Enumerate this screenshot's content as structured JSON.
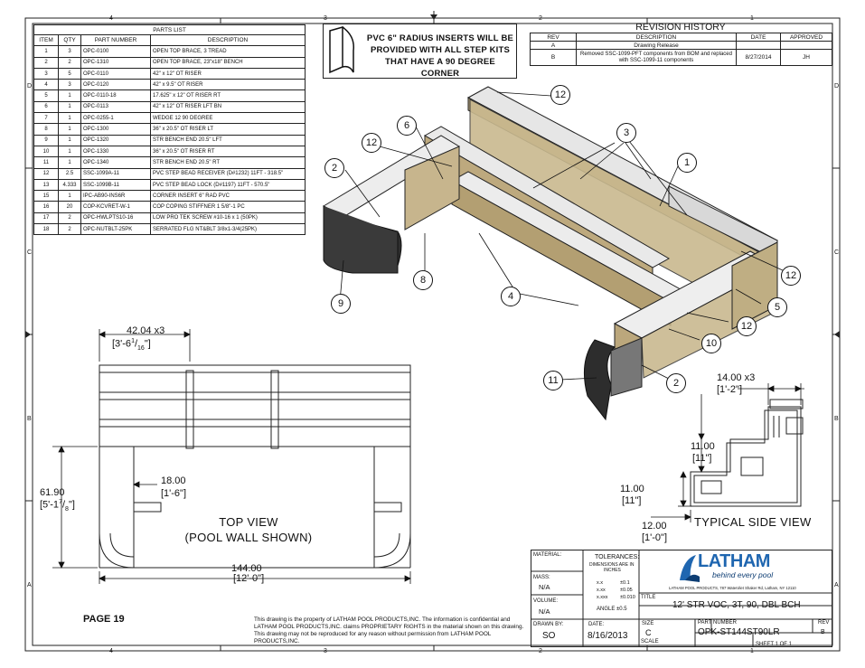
{
  "sheet": {
    "top_zone_labels": [
      "4",
      "3",
      "2",
      "1"
    ],
    "bottom_zone_labels": [
      "4",
      "3",
      "2",
      "1"
    ],
    "side_zone_labels": [
      "D",
      "C",
      "B",
      "A"
    ],
    "page_label": "PAGE 19"
  },
  "parts_list": {
    "title": "PARTS LIST",
    "headers": [
      "ITEM",
      "QTY",
      "PART NUMBER",
      "DESCRIPTION"
    ],
    "rows": [
      [
        "1",
        "3",
        "OPC-0100",
        "OPEN TOP BRACE, 3 TREAD"
      ],
      [
        "2",
        "2",
        "OPC-1310",
        "OPEN TOP BRACE, 23\"x18\" BENCH"
      ],
      [
        "3",
        "5",
        "OPC-0110",
        "42\" x 12\" OT RISER"
      ],
      [
        "4",
        "3",
        "OPC-0120",
        "42\" x 9.5\" OT RISER"
      ],
      [
        "5",
        "1",
        "OPC-0110-18",
        "17.625\" x 12\" OT RISER RT"
      ],
      [
        "6",
        "1",
        "OPC-0113",
        "42\" x 12\" OT RISER LFT BN"
      ],
      [
        "7",
        "1",
        "OPC-0255-1",
        "WEDGE 12 90 DEGREE"
      ],
      [
        "8",
        "1",
        "OPC-1300",
        "36\" x 20.5\" OT RISER LT"
      ],
      [
        "9",
        "1",
        "OPC-1320",
        "STR BENCH END 20.5\" LFT"
      ],
      [
        "10",
        "1",
        "OPC-1330",
        "36\" x 20.5\" OT RISER RT"
      ],
      [
        "11",
        "1",
        "OPC-1340",
        "STR BENCH END 20.5\" RT"
      ],
      [
        "12",
        "2.5",
        "SSC-1099A-11",
        "PVC STEP BEAD RECEIVER (D#1232) 11FT - 318.5\""
      ],
      [
        "13",
        "4.333",
        "SSC-1099B-11",
        "PVC STEP BEAD LOCK (D#1197) 11FT - 570.5\""
      ],
      [
        "15",
        "1",
        "IPC-AB90-INS6R",
        "CORNER INSERT 6\" RAD PVC"
      ],
      [
        "16",
        "20",
        "COP-KCVRET-W-1",
        "COP COPING STIFFNER 1 5/8\"-1 PC"
      ],
      [
        "17",
        "2",
        "OPC-HWLPTS10-16",
        "LOW PRO TEK SCREW #10-16 x 1 (50PK)"
      ],
      [
        "18",
        "2",
        "OPC-NUTBLT-25PK",
        "SERRATED FLG NT&BLT 3/8x1-3/4(25PK)"
      ]
    ]
  },
  "note": {
    "line1": "PVC 6\" RADIUS INSERTS WILL BE",
    "line2": "PROVIDED WITH ALL STEP KITS",
    "line3": "THAT HAVE A 90 DEGREE CORNER"
  },
  "revision": {
    "title": "REVISION HISTORY",
    "headers": [
      "REV",
      "DESCRIPTION",
      "DATE",
      "APPROVED"
    ],
    "rows": [
      [
        "A",
        "Drawing Release",
        "",
        ""
      ],
      [
        "B",
        "Removed SSC-1099-PFT components from BOM and replaced with SSC-1099-11 components",
        "8/27/2014",
        "JH"
      ]
    ]
  },
  "balloons": [
    "12",
    "3",
    "1",
    "6",
    "12",
    "2",
    "8",
    "9",
    "4",
    "12",
    "5",
    "12",
    "10",
    "11",
    "2"
  ],
  "top_view": {
    "label_line1": "TOP VIEW",
    "label_line2": "(POOL WALL SHOWN)",
    "dim_top": "42.04  x3",
    "dim_top_sub": "[3'-6",
    "dim_top_frac_num": "1",
    "dim_top_frac_den": "16",
    "dim_top_close": "\"]",
    "dim_left": "61.90",
    "dim_left_sub": "[5'-1",
    "dim_left_frac_num": "7",
    "dim_left_frac_den": "8",
    "dim_left_close": "\"]",
    "dim_bench": "18.00",
    "dim_bench_sub": "[1'-6\"]",
    "dim_bottom": "144.00",
    "dim_bottom_sub": "[12'-0\"]"
  },
  "side_view": {
    "label": "TYPICAL SIDE VIEW",
    "dim_top": "14.00 x3",
    "dim_top_sub": "[1'-2\"]",
    "dim_step": "11.00",
    "dim_step_sub": "[11\"]",
    "dim_left": "11.00",
    "dim_left_sub": "[11\"]",
    "dim_bottom": "12.00",
    "dim_bottom_sub": "[1'-0\"]"
  },
  "title_block": {
    "material_label": "MATERIAL:",
    "tolerances_label": "TOLERANCES:",
    "tolerances_sub1": "DIMENSIONS ARE IN",
    "tolerances_sub2": "INCHES",
    "tol_rows": [
      [
        "x.x",
        "±0.1"
      ],
      [
        "x.xx",
        "±0.05"
      ],
      [
        "x.xxx",
        "±0.010"
      ]
    ],
    "angle": "ANGLE  ±0.5",
    "mass_label": "MASS:",
    "mass_value": "N/A",
    "volume_label": "VOLUME:",
    "volume_value": "N/A",
    "drawn_label": "DRAWN BY:",
    "drawn_value": "SO",
    "date_label": "DATE:",
    "date_value": "8/16/2013",
    "company": "LATHAM",
    "tagline": "behind every pool",
    "address": "LATHAM POOL PRODUCTS, 787 Watervliet Shaker Rd, Latham, NY 12110",
    "title_label": "TITLE",
    "title_value": "12' STR VOC, 3T, 90, DBL BCH",
    "size_label": "SIZE",
    "size_value": "C",
    "part_label": "PART NUMBER",
    "part_value": "OPK-ST144ST90LR",
    "rev_label": "REV",
    "rev_value": "B",
    "scale_label": "SCALE",
    "sheet_value": "SHEET 1  OF 1"
  },
  "legal": "This drawing is the property of LATHAM POOL PRODUCTS,INC. The information is confidential and LATHAM POOL PRODUCTS,INC. claims PROPRIETARY RIGHTS in the material shown on this drawing. This drawing may not be reproduced for any reason without permission from LATHAM POOL PRODUCTS,INC.",
  "colors": {
    "wood": "#c8b48a",
    "wood_dark": "#8a7a55",
    "panel": "#3a3a3a",
    "steel": "#7c7c7c",
    "accent_blue": "#1f66b0"
  }
}
